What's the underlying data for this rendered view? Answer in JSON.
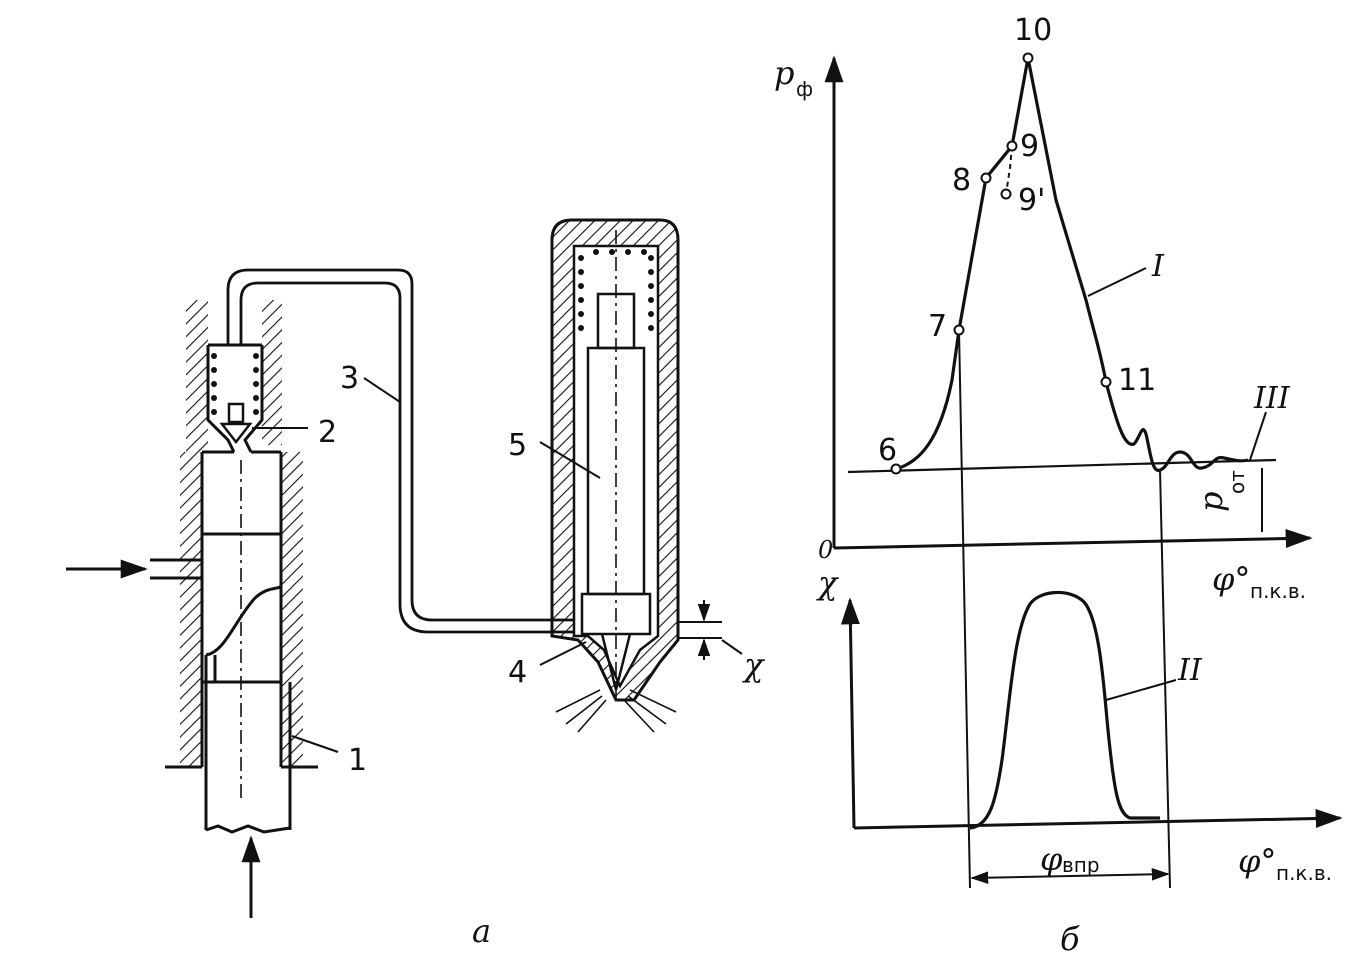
{
  "figure_a": {
    "caption": "а",
    "callouts": {
      "plunger": "1",
      "valve": "2",
      "pipe": "3",
      "needle_seat": "4",
      "needle": "5"
    },
    "lift_symbol": "χ"
  },
  "figure_b": {
    "caption": "б",
    "y_axis_pressure": "р",
    "y_axis_pressure_sub": "ф",
    "y_axis_lift": "χ",
    "origin_label": "0",
    "x_axis_symbol": "φ°",
    "x_axis_sub": "п.к.в.",
    "x_axis_symbol_lower": "φ°",
    "x_axis_sub_lower": "п.к.в.",
    "residual_pressure_symbol": "р",
    "residual_pressure_sub": "от",
    "injection_duration_symbol": "φ",
    "injection_duration_sub": "впр",
    "curve_labels": {
      "pressure": "I",
      "lift": "II",
      "residual": "III"
    },
    "point_labels": {
      "p6": "6",
      "p7": "7",
      "p8": "8",
      "p9": "9",
      "p9prime": "9'",
      "p10": "10",
      "p11": "11"
    }
  }
}
